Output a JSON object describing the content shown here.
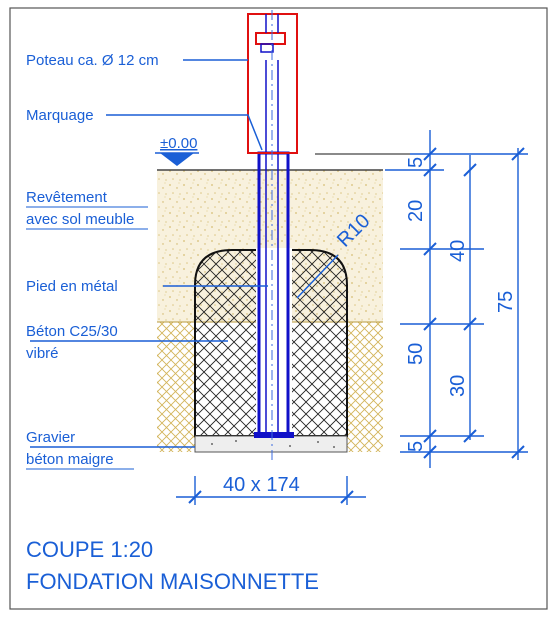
{
  "labels": {
    "pole": "Poteau ca. Ø 12 cm",
    "marking": "Marquage",
    "level": "±0.00",
    "surface_line1": "Revêtement",
    "surface_line2": "avec sol meuble",
    "foot": "Pied en métal",
    "concrete_line1": "Béton C25/30",
    "concrete_line2": "vibré",
    "gravel_line1": "Gravier",
    "gravel_line2": "béton maigre"
  },
  "dimensions": {
    "radius": "R10",
    "d5_top": "5",
    "d20": "20",
    "d40": "40",
    "d75": "75",
    "d50": "50",
    "d30": "30",
    "d5_bottom": "5",
    "base": "40 x 174"
  },
  "title": {
    "line1": "COUPE 1:20",
    "line2": "FONDATION MAISONNETTE"
  },
  "colors": {
    "annotation": "#1a5fd6",
    "pole": "#e01010",
    "foot": "#1010c8",
    "soil_fill": "#f7efda",
    "soil_dots": "#d9c27a",
    "gravel_hatch": "#d3b45a",
    "concrete_hatch": "#222222"
  }
}
